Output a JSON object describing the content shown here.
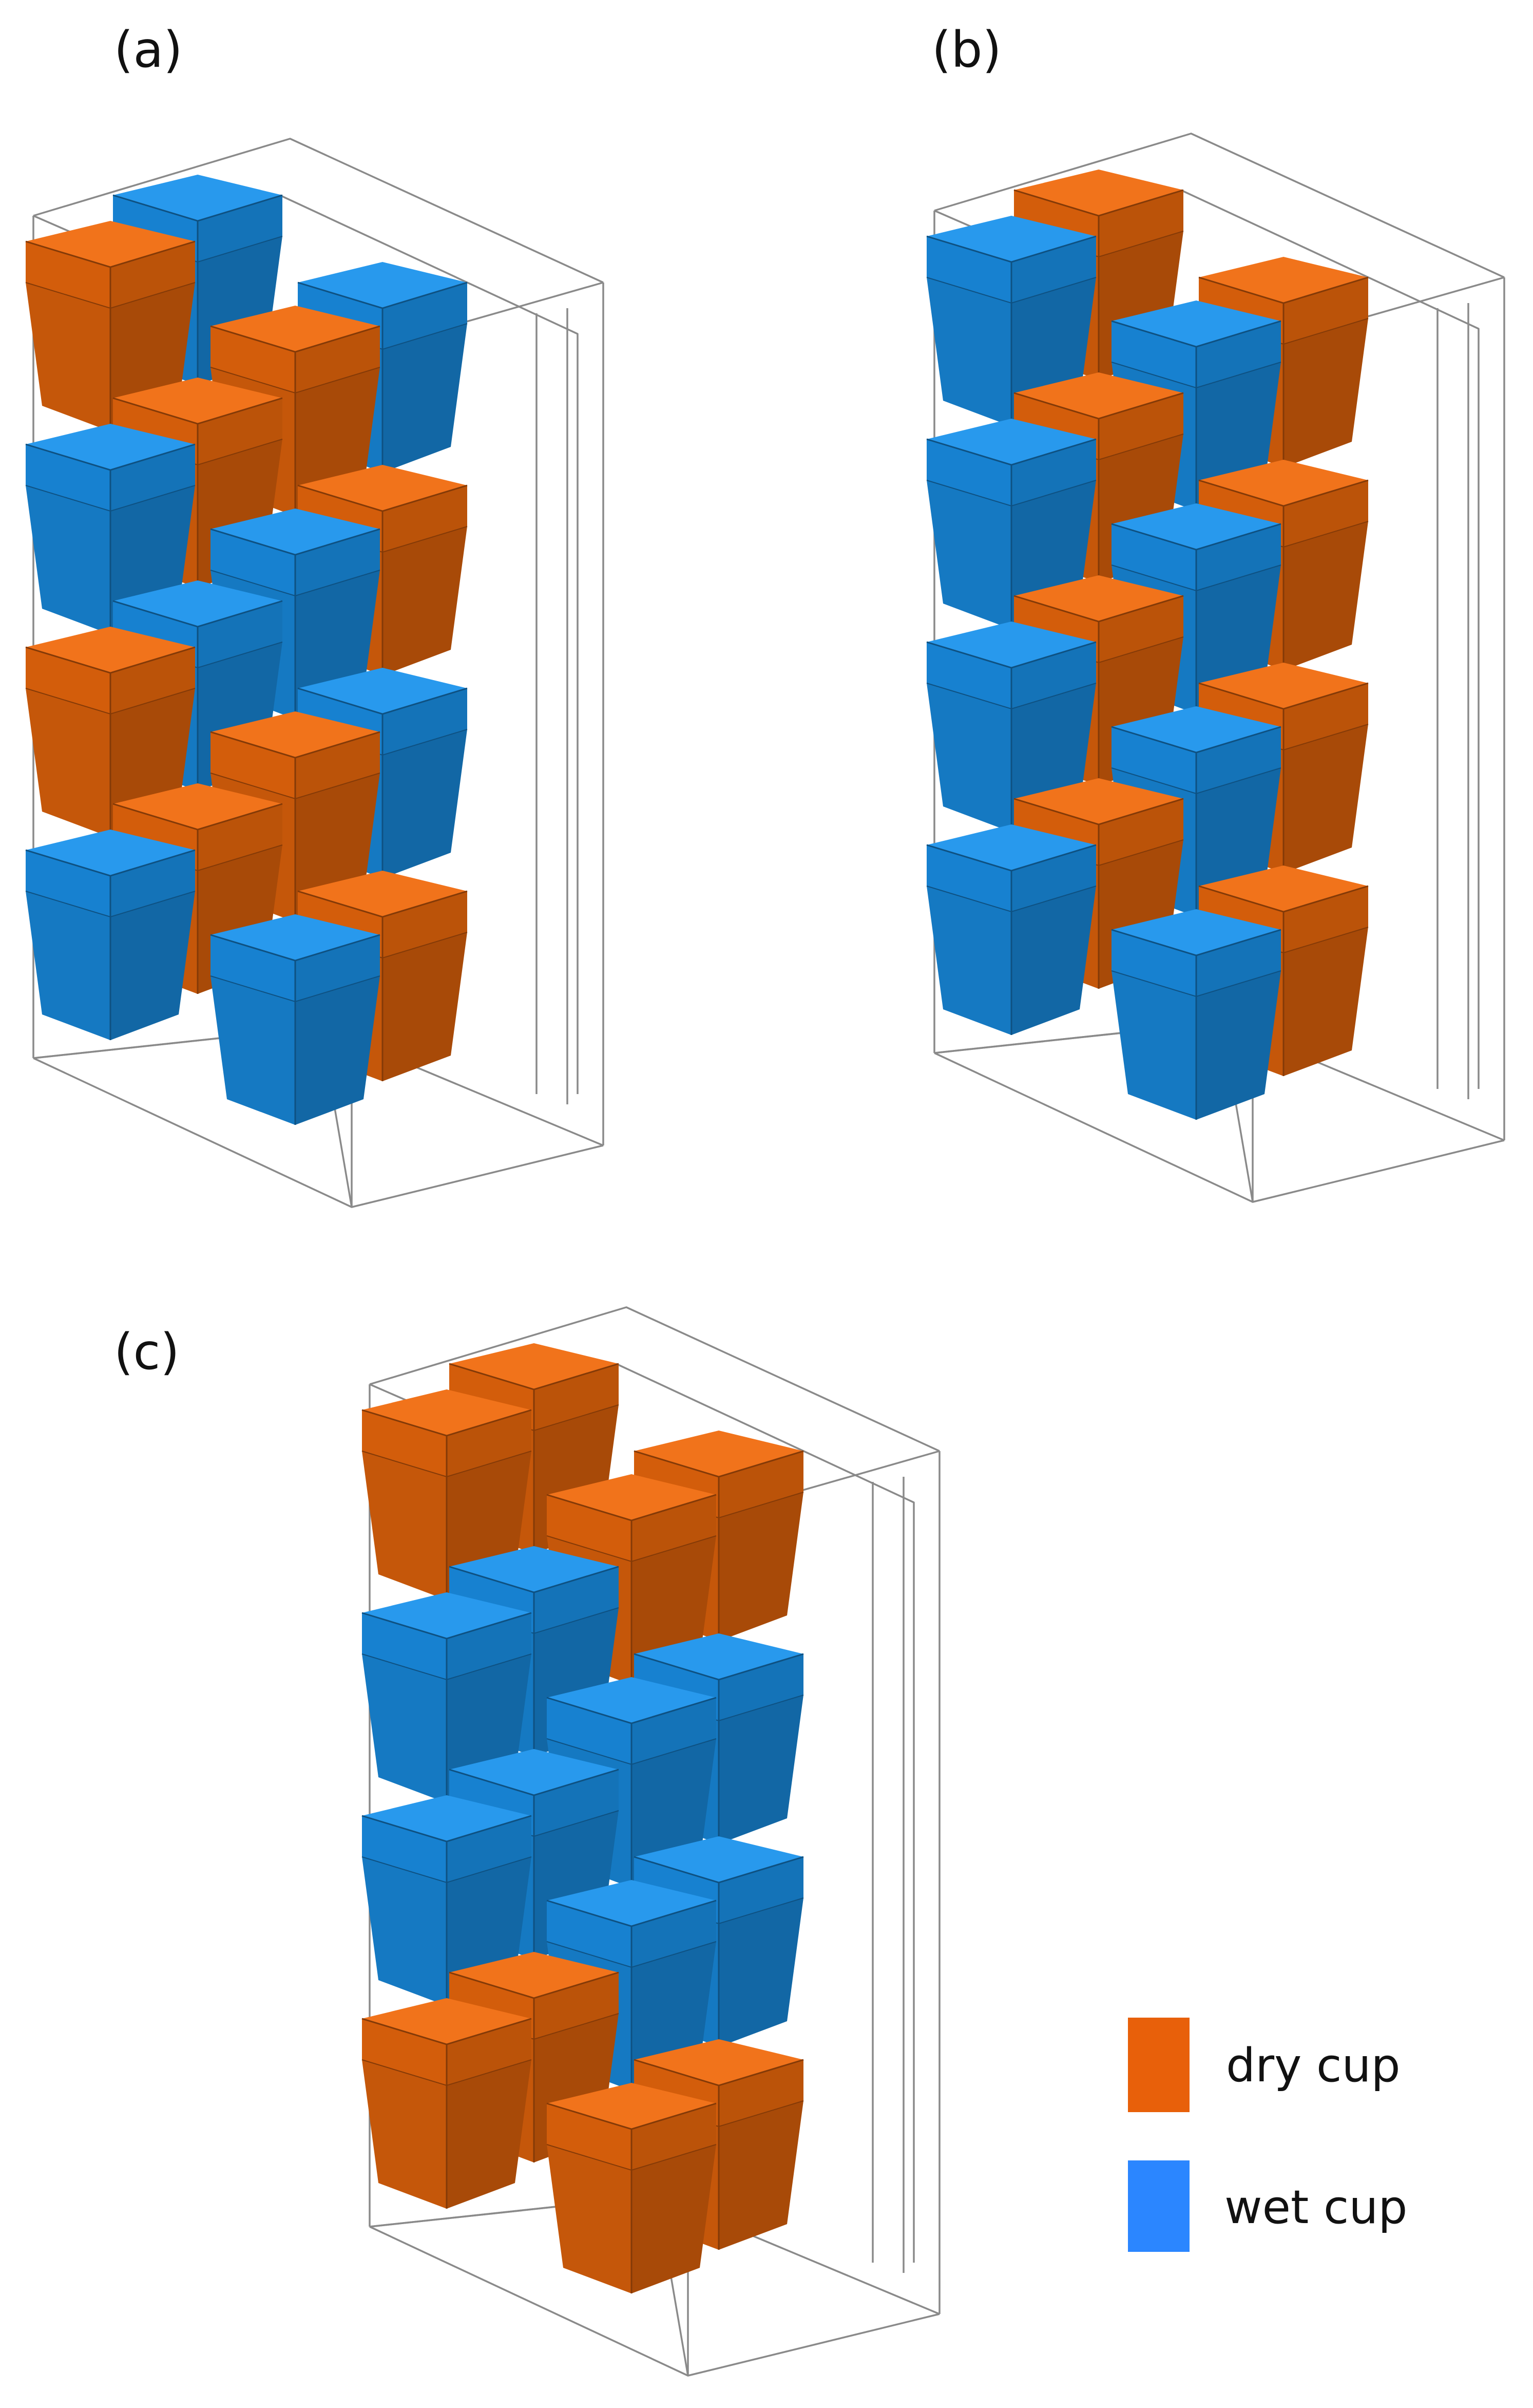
{
  "colors": {
    "dry": "#f06a0c",
    "wet": "#1a93ec",
    "legend_dry": "#e8600a",
    "legend_wet": "#2b86ff",
    "frame": "#8a8a8a"
  },
  "panels": [
    {
      "label": "(a)",
      "rows": [
        [
          "dry",
          "wet",
          "dry",
          "wet"
        ],
        [
          "wet",
          "dry",
          "wet",
          "dry"
        ],
        [
          "dry",
          "wet",
          "dry",
          "wet"
        ],
        [
          "wet",
          "dry",
          "wet",
          "dry"
        ]
      ]
    },
    {
      "label": "(b)",
      "rows": [
        [
          "wet",
          "dry",
          "wet",
          "dry"
        ],
        [
          "wet",
          "dry",
          "wet",
          "dry"
        ],
        [
          "wet",
          "dry",
          "wet",
          "dry"
        ],
        [
          "wet",
          "dry",
          "wet",
          "dry"
        ]
      ]
    },
    {
      "label": "(c)",
      "rows": [
        [
          "dry",
          "dry",
          "dry",
          "dry"
        ],
        [
          "wet",
          "wet",
          "wet",
          "wet"
        ],
        [
          "wet",
          "wet",
          "wet",
          "wet"
        ],
        [
          "dry",
          "dry",
          "dry",
          "dry"
        ]
      ]
    }
  ],
  "legend": {
    "items": [
      {
        "type": "dry",
        "label": "dry cup"
      },
      {
        "type": "wet",
        "label": "wet cup"
      }
    ]
  }
}
